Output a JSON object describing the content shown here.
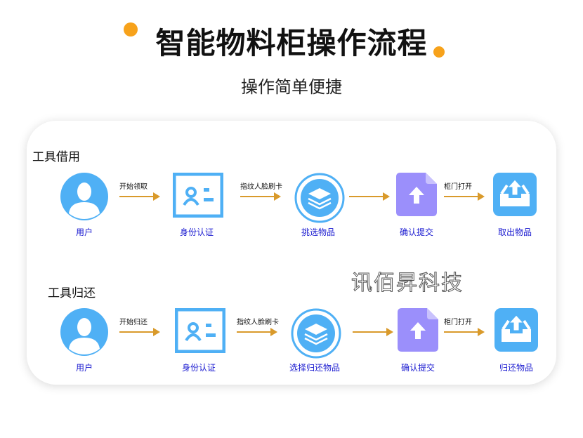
{
  "header": {
    "title": "智能物料柜操作流程",
    "subtitle": "操作简单便捷"
  },
  "watermark": "讯佰昇科技",
  "colors": {
    "blue": "#4fb0f5",
    "purple": "#9b8ffb",
    "arrow": "#d99a2b",
    "label": "#1a1ad0"
  },
  "borrow": {
    "title": "工具借用",
    "steps": [
      {
        "label": "用户",
        "icon": "user-icon"
      },
      {
        "label": "身份认证",
        "icon": "id-card-icon"
      },
      {
        "label": "挑选物品",
        "icon": "layers-icon"
      },
      {
        "label": "确认提交",
        "icon": "upload-file-icon"
      },
      {
        "label": "取出物品",
        "icon": "inbox-out-icon"
      }
    ],
    "arrows": [
      "开始领取",
      "指纹人脸刷卡",
      "",
      "柜门打开"
    ]
  },
  "return": {
    "title": "工具归还",
    "steps": [
      {
        "label": "用户",
        "icon": "user-icon"
      },
      {
        "label": "身份认证",
        "icon": "id-card-icon"
      },
      {
        "label": "选择归还物品",
        "icon": "layers-icon"
      },
      {
        "label": "确认提交",
        "icon": "upload-file-icon"
      },
      {
        "label": "归还物品",
        "icon": "inbox-out-icon"
      }
    ],
    "arrows": [
      "开始归还",
      "指纹人脸刷卡",
      "",
      "柜门打开"
    ]
  }
}
